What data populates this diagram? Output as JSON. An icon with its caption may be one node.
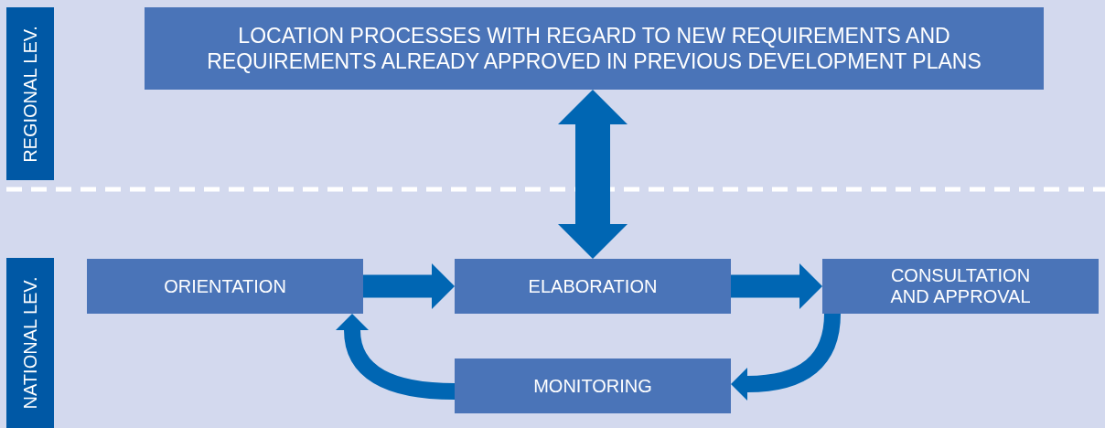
{
  "diagram": {
    "nodes": [
      {
        "text": [
          "REGIONAL LEV."
        ]
      },
      {
        "text": [
          "LOCATION PROCESSES WITH REGARD TO NEW REQUIREMENTS AND REQUIREMENTS ALREADY APPROVED IN PREVIOUS DEVELOPMENT PLANS"
        ]
      },
      {
        "text": [
          "NATIONAL LEV."
        ]
      },
      {
        "text": [
          "ORIENTATION"
        ]
      },
      {
        "text": [
          "ELABORATION"
        ]
      },
      {
        "text": [
          "CONSULTATION AND APPROVAL"
        ]
      },
      {
        "text": [
          "MONITORING"
        ]
      }
    ],
    "edges": [
      {
        "from": 1,
        "to": 4,
        "arrow": "both"
      },
      {
        "from": 3,
        "to": 4,
        "arrow": "to"
      },
      {
        "from": 4,
        "to": 5,
        "arrow": "to"
      },
      {
        "from": 5,
        "to": 6,
        "arrow": "to"
      },
      {
        "from": 6,
        "to": 3,
        "arrow": "to"
      }
    ]
  }
}
